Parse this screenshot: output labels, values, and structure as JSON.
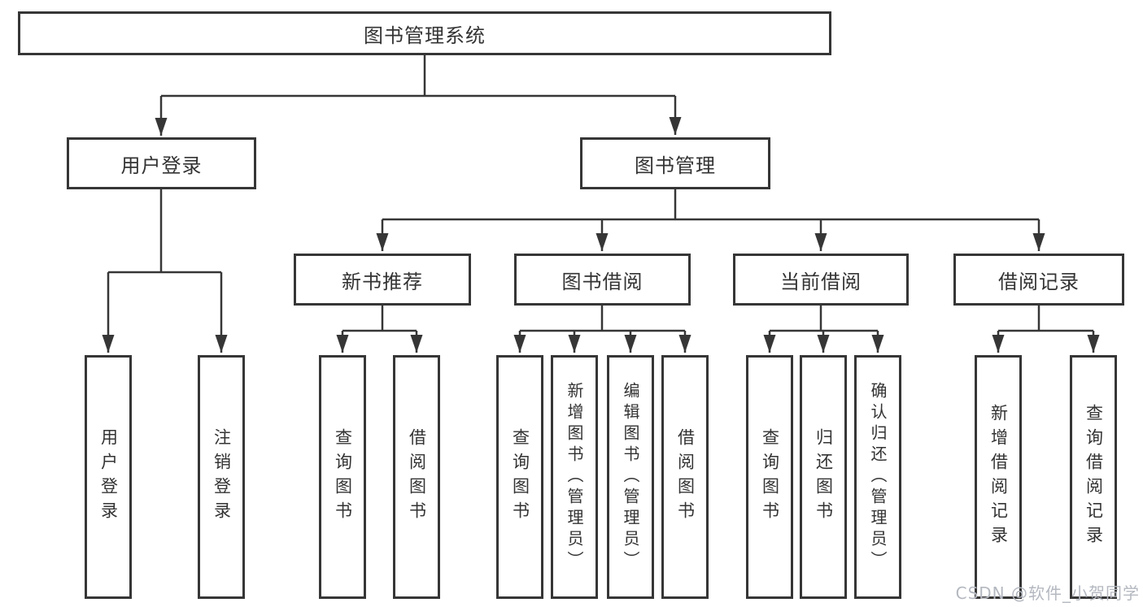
{
  "diagram": {
    "title_node": {
      "label": "图书管理系统"
    },
    "level2": [
      {
        "label": "用户登录"
      },
      {
        "label": "图书管理"
      }
    ],
    "level3": [
      {
        "label": "新书推荐"
      },
      {
        "label": "图书借阅"
      },
      {
        "label": "当前借阅"
      },
      {
        "label": "借阅记录"
      }
    ],
    "leaves": [
      {
        "label": "用户登录"
      },
      {
        "label": "注销登录"
      },
      {
        "label": "查询图书"
      },
      {
        "label": "借阅图书"
      },
      {
        "label": "查询图书"
      },
      {
        "label": "新增图书（管理员）"
      },
      {
        "label": "编辑图书（管理员）"
      },
      {
        "label": "借阅图书"
      },
      {
        "label": "查询图书"
      },
      {
        "label": "归还图书"
      },
      {
        "label": "确认归还（管理员）"
      },
      {
        "label": "新增借阅记录"
      },
      {
        "label": "查询借阅记录"
      }
    ],
    "colors": {
      "line": "#363636",
      "box_border": "#363636",
      "text": "#333333",
      "background": "#ffffff",
      "watermark": "#b4b8c0"
    }
  },
  "watermark": {
    "text": "CSDN @软件_小贺同学"
  }
}
